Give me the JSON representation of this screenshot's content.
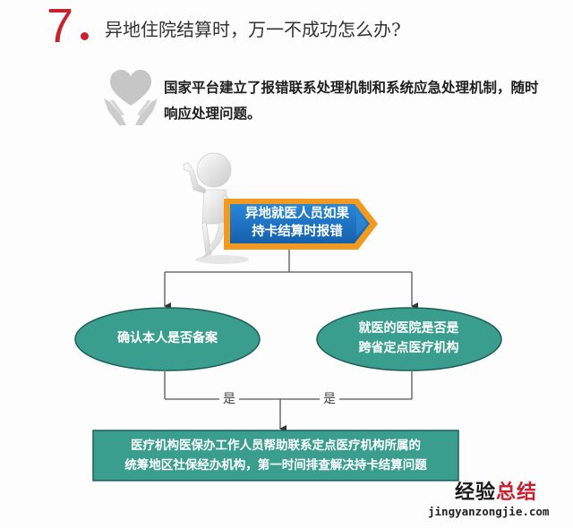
{
  "header": {
    "number": "7",
    "title": "异地住院结算时，万一不成功怎么办?"
  },
  "intro": {
    "icon": "heart-in-hands-icon",
    "text": "国家平台建立了报错联系处理机制和系统应急处理机制，随时响应处理问题。"
  },
  "flowchart": {
    "start": {
      "figure": "3d-person-waving-icon",
      "label_line1": "异地就医人员如果",
      "label_line2": "持卡结算时报错"
    },
    "branches": [
      {
        "label": "确认本人是否备案",
        "connector_label": "是"
      },
      {
        "label_line1": "就医的医院是否是",
        "label_line2": "跨省定点医疗机构",
        "connector_label": "是"
      }
    ],
    "result": {
      "label_line1": "医疗机构医保办工作人员帮助联系定点医疗机构所属的",
      "label_line2": "统筹地区社保经办机构，第一时间排查解决持卡结算问题"
    }
  },
  "watermark": {
    "brand_part1": "经验",
    "brand_part2": "总结",
    "url": "jingyanzongjie.com"
  },
  "colors": {
    "accent_red": "#c8202e",
    "teal": "#3a9e8f",
    "teal_border": "#1f5e5a",
    "sign_blue": "#1b6fbf",
    "sign_orange": "#f29a1f",
    "icon_gray": "#c8c8c8",
    "line_gray": "#555555"
  }
}
